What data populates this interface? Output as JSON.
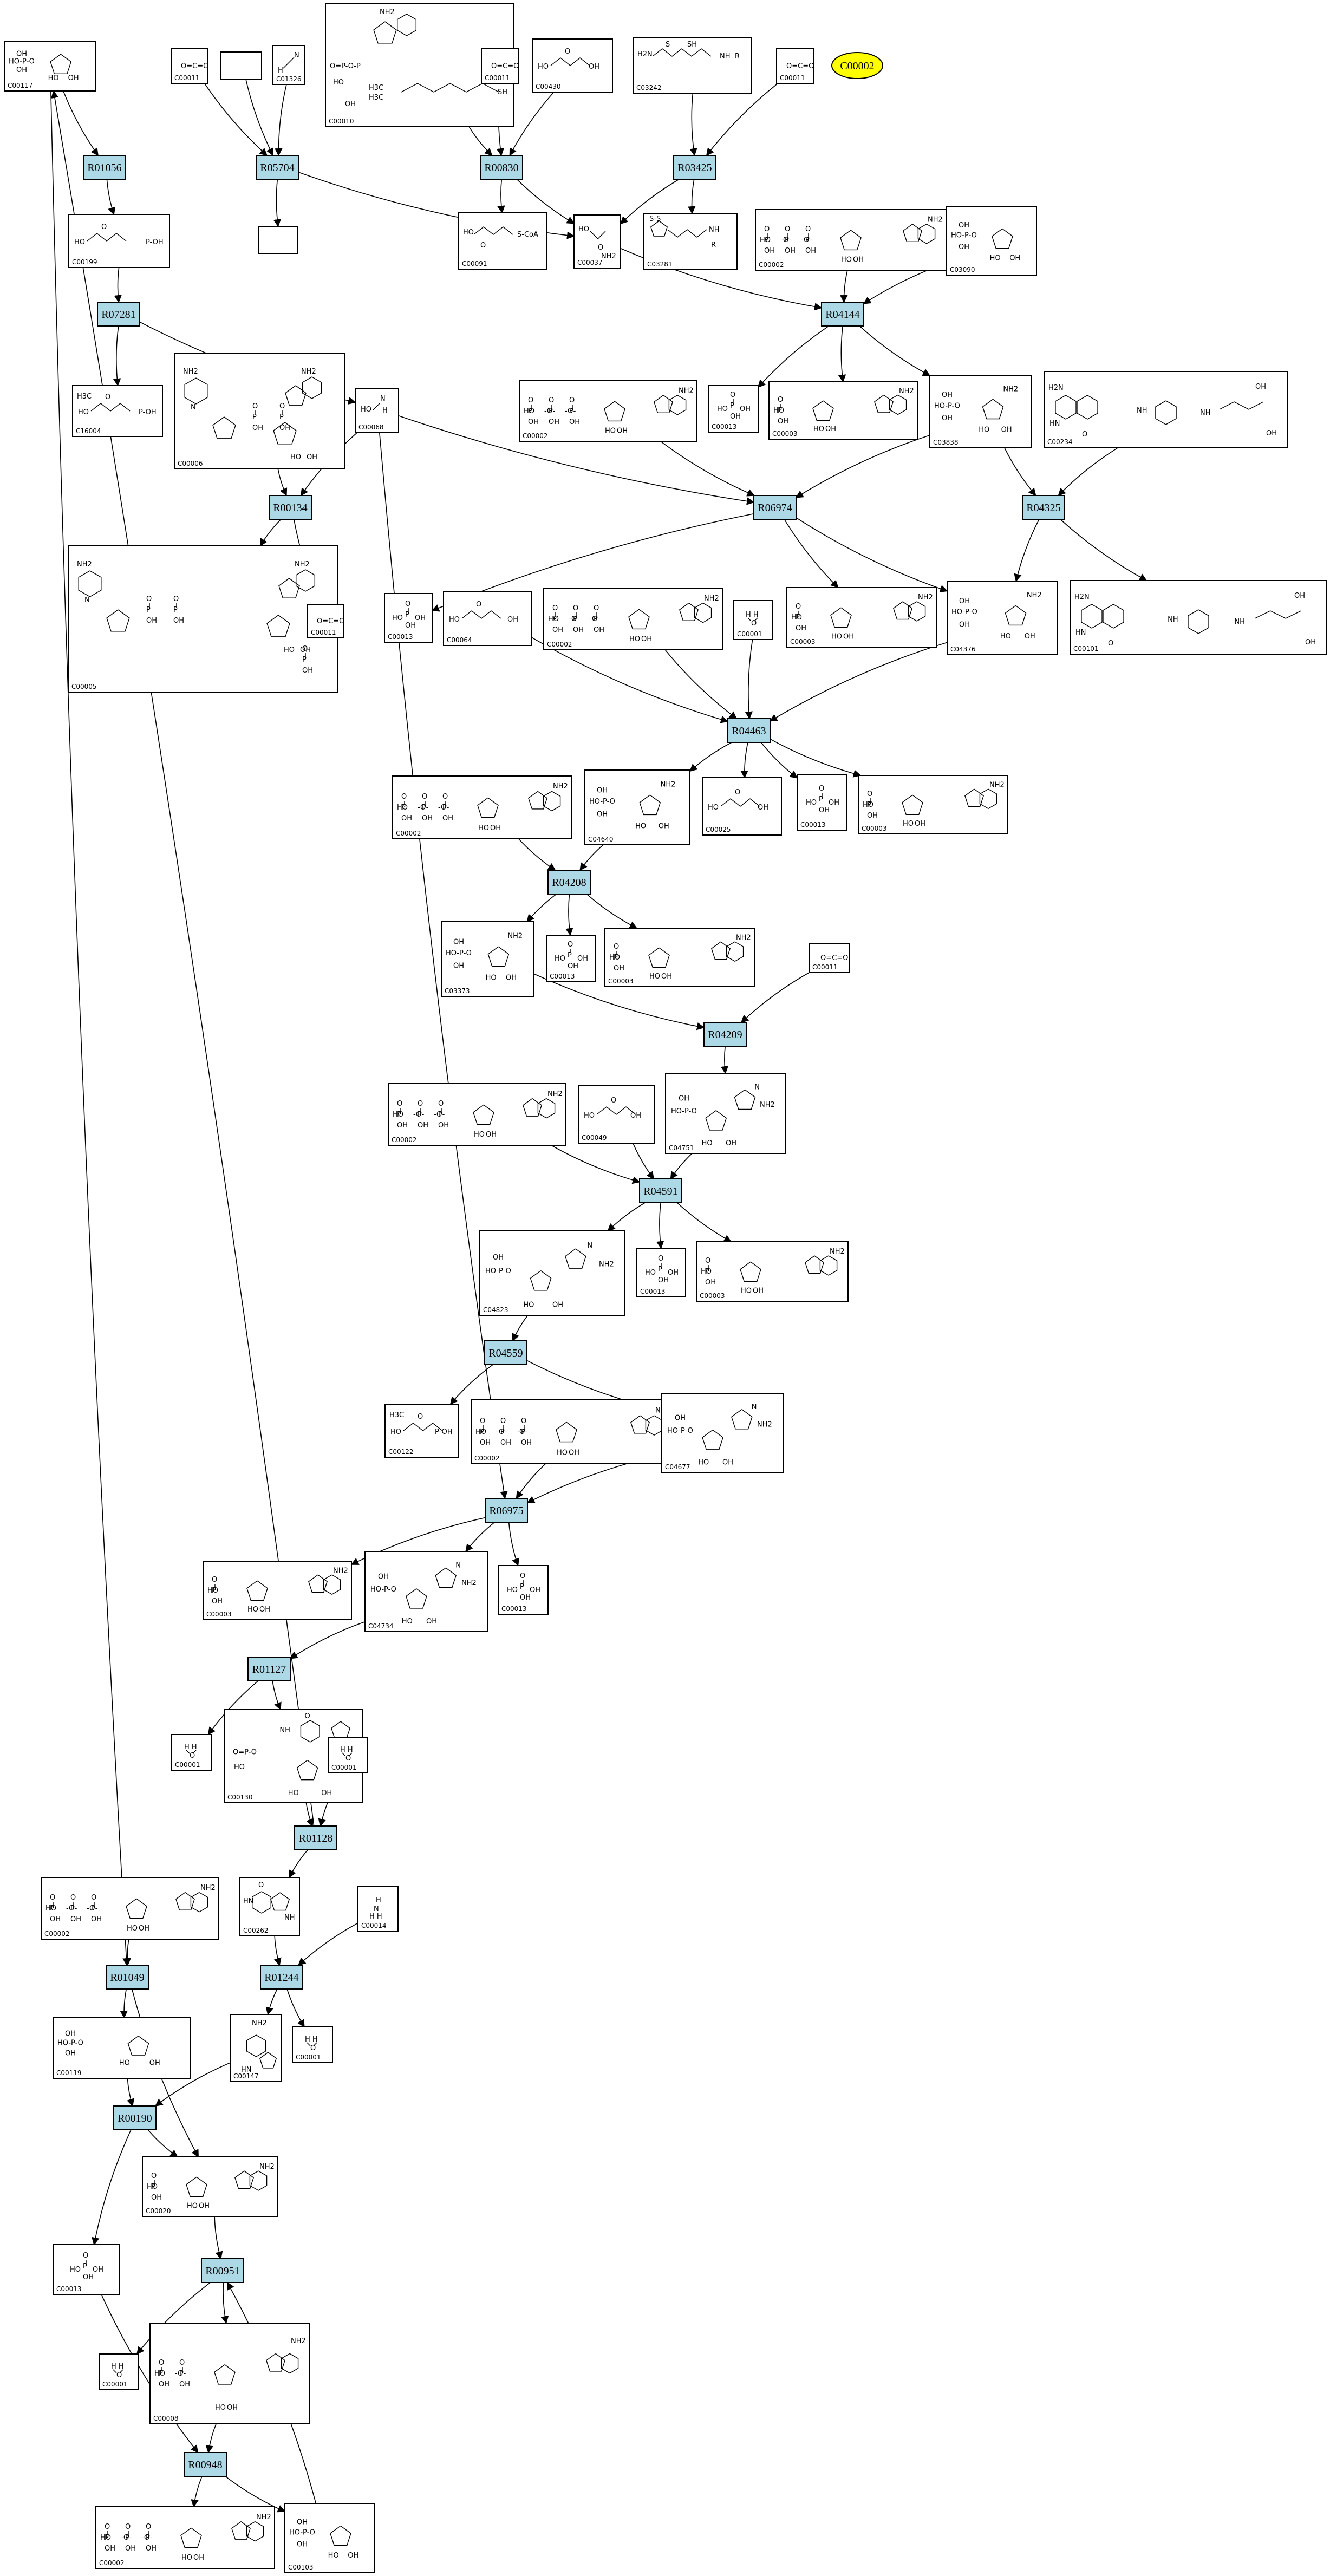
{
  "diagram": {
    "highlight": {
      "label": "C00002",
      "color": "#ffff00"
    },
    "reactions": [
      {
        "id": "R01056",
        "label": "R01056"
      },
      {
        "id": "R05704",
        "label": "R05704"
      },
      {
        "id": "R00830",
        "label": "R00830"
      },
      {
        "id": "R03425",
        "label": "R03425"
      },
      {
        "id": "R07281",
        "label": "R07281"
      },
      {
        "id": "R04144",
        "label": "R04144"
      },
      {
        "id": "R00134",
        "label": "R00134"
      },
      {
        "id": "R06974",
        "label": "R06974"
      },
      {
        "id": "R04325",
        "label": "R04325"
      },
      {
        "id": "R04463",
        "label": "R04463"
      },
      {
        "id": "R04208",
        "label": "R04208"
      },
      {
        "id": "R04209",
        "label": "R04209"
      },
      {
        "id": "R04591",
        "label": "R04591"
      },
      {
        "id": "R04559",
        "label": "R04559"
      },
      {
        "id": "R06975",
        "label": "R06975"
      },
      {
        "id": "R01127",
        "label": "R01127"
      },
      {
        "id": "R01128",
        "label": "R01128"
      },
      {
        "id": "R01049",
        "label": "R01049"
      },
      {
        "id": "R01244",
        "label": "R01244"
      },
      {
        "id": "R00190",
        "label": "R00190"
      },
      {
        "id": "R00951",
        "label": "R00951"
      },
      {
        "id": "R00948",
        "label": "R00948"
      }
    ],
    "compounds": [
      {
        "id": "n_c00117_top",
        "label": "C00117"
      },
      {
        "id": "n_c00011_a",
        "label": "C00011"
      },
      {
        "id": "n_blank_1",
        "label": ""
      },
      {
        "id": "n_c01326",
        "label": "C01326"
      },
      {
        "id": "n_c00010",
        "label": "C00010"
      },
      {
        "id": "n_c00011_b",
        "label": "C00011"
      },
      {
        "id": "n_c00430",
        "label": "C00430"
      },
      {
        "id": "n_c03242",
        "label": "C03242"
      },
      {
        "id": "n_c00011_c",
        "label": "C00011"
      },
      {
        "id": "n_c00199",
        "label": "C00199"
      },
      {
        "id": "n_blank_2",
        "label": ""
      },
      {
        "id": "n_c00091",
        "label": "C00091"
      },
      {
        "id": "n_c00037",
        "label": "C00037"
      },
      {
        "id": "n_c03281",
        "label": "C03281"
      },
      {
        "id": "n_c00002_a",
        "label": "C00002"
      },
      {
        "id": "n_c03090",
        "label": "C03090"
      },
      {
        "id": "n_c16004",
        "label": "C16004"
      },
      {
        "id": "n_c00006",
        "label": "C00006"
      },
      {
        "id": "n_c00068",
        "label": "C00068"
      },
      {
        "id": "n_c00002_b",
        "label": "C00002"
      },
      {
        "id": "n_c00013_a",
        "label": "C00013"
      },
      {
        "id": "n_c00003_a",
        "label": "C00003"
      },
      {
        "id": "n_c03838",
        "label": "C03838"
      },
      {
        "id": "n_c00234",
        "label": "C00234"
      },
      {
        "id": "n_c00005",
        "label": "C00005"
      },
      {
        "id": "n_c00011_d",
        "label": "C00011"
      },
      {
        "id": "n_c00013_b",
        "label": "C00013"
      },
      {
        "id": "n_c00064",
        "label": "C00064"
      },
      {
        "id": "n_c00002_c",
        "label": "C00002"
      },
      {
        "id": "n_c00001_a",
        "label": "C00001"
      },
      {
        "id": "n_c00003_b",
        "label": "C00003"
      },
      {
        "id": "n_c04376",
        "label": "C04376"
      },
      {
        "id": "n_c00101",
        "label": "C00101"
      },
      {
        "id": "n_c00002_d",
        "label": "C00002"
      },
      {
        "id": "n_c04640",
        "label": "C04640"
      },
      {
        "id": "n_c00025",
        "label": "C00025"
      },
      {
        "id": "n_c00013_c",
        "label": "C00013"
      },
      {
        "id": "n_c00003_c",
        "label": "C00003"
      },
      {
        "id": "n_c03373",
        "label": "C03373"
      },
      {
        "id": "n_c00013_d",
        "label": "C00013"
      },
      {
        "id": "n_c00003_d",
        "label": "C00003"
      },
      {
        "id": "n_c00011_e",
        "label": "C00011"
      },
      {
        "id": "n_c00002_e",
        "label": "C00002"
      },
      {
        "id": "n_c00049",
        "label": "C00049"
      },
      {
        "id": "n_c04751",
        "label": "C04751"
      },
      {
        "id": "n_c04823",
        "label": "C04823"
      },
      {
        "id": "n_c00013_e",
        "label": "C00013"
      },
      {
        "id": "n_c00003_e",
        "label": "C00003"
      },
      {
        "id": "n_c00122",
        "label": "C00122"
      },
      {
        "id": "n_c00002_f",
        "label": "C00002"
      },
      {
        "id": "n_c04677",
        "label": "C04677"
      },
      {
        "id": "n_c00003_f",
        "label": "C00003"
      },
      {
        "id": "n_c04734",
        "label": "C04734"
      },
      {
        "id": "n_c00013_f",
        "label": "C00013"
      },
      {
        "id": "n_c00001_b",
        "label": "C00001"
      },
      {
        "id": "n_c00130",
        "label": "C00130"
      },
      {
        "id": "n_c00001_c",
        "label": "C00001"
      },
      {
        "id": "n_c00002_g",
        "label": "C00002"
      },
      {
        "id": "n_c00262",
        "label": "C00262"
      },
      {
        "id": "n_c00014",
        "label": "C00014"
      },
      {
        "id": "n_c00119",
        "label": "C00119"
      },
      {
        "id": "n_c00147",
        "label": "C00147"
      },
      {
        "id": "n_c00001_d",
        "label": "C00001"
      },
      {
        "id": "n_c00020",
        "label": "C00020"
      },
      {
        "id": "n_c00013_g",
        "label": "C00013"
      },
      {
        "id": "n_c00001_e",
        "label": "C00001"
      },
      {
        "id": "n_c00008",
        "label": "C00008"
      },
      {
        "id": "n_c00002_h",
        "label": "C00002"
      },
      {
        "id": "n_c00103",
        "label": "C00103"
      }
    ],
    "mol_text": {
      "oh": "OH",
      "ho": "HO",
      "o": "O",
      "p": "P",
      "nh2": "NH2",
      "h2n": "H2N",
      "n": "N",
      "h": "H",
      "hn": "HN",
      "nh": "NH",
      "coa": "S-CoA",
      "r": "R",
      "sh": "SH",
      "s": "S",
      "ch3": "H3C",
      "h3c": "H3C"
    }
  }
}
